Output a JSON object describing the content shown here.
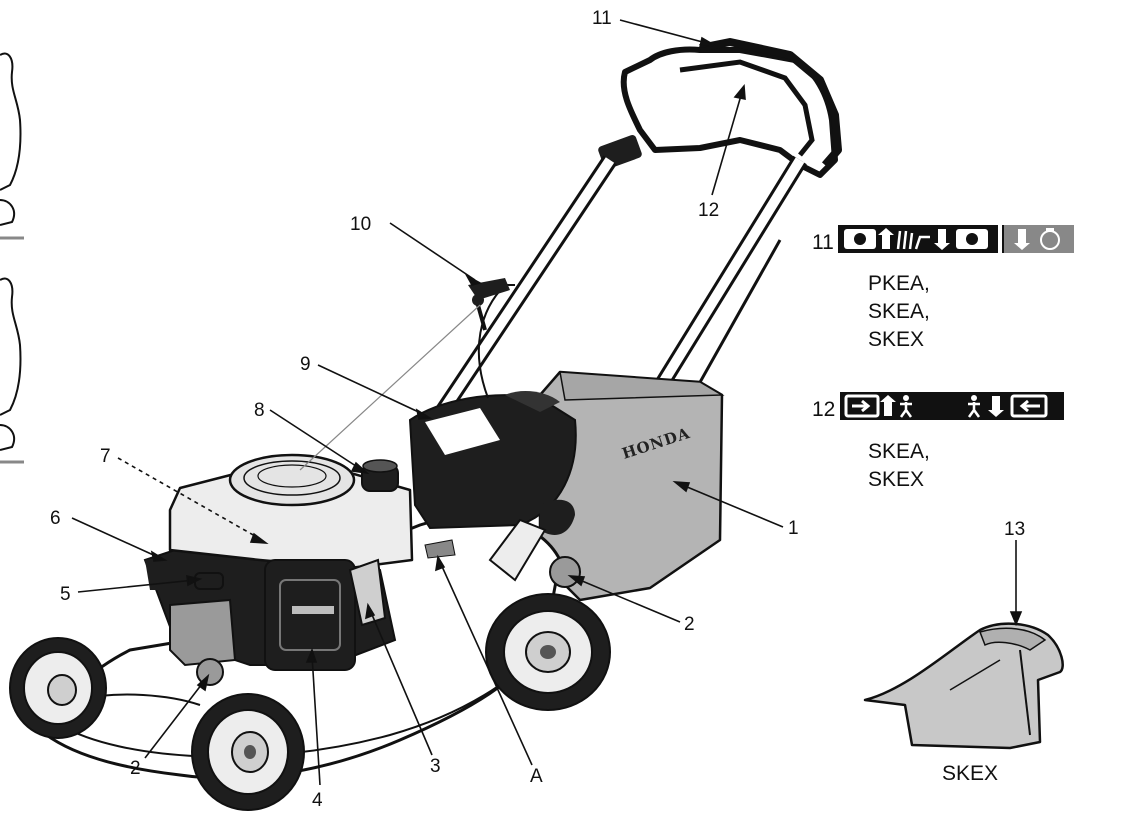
{
  "callouts": {
    "c1": "1",
    "c2a": "2",
    "c2b": "2",
    "c3": "3",
    "c4": "4",
    "c5": "5",
    "c6": "6",
    "c7": "7",
    "c8": "8",
    "c9": "9",
    "c10": "10",
    "c11": "11",
    "c12": "12",
    "c13": "13",
    "cA": "A"
  },
  "brand_text": "HONDA",
  "legend": {
    "item11": {
      "number": "11",
      "models": "PKEA,\nSKEA,\nSKEX"
    },
    "item12": {
      "number": "12",
      "models": "SKEA,\nSKEX"
    },
    "item13": {
      "number": "13",
      "models": "SKEX"
    }
  },
  "icons": {
    "item11": [
      "blade-brake-engaged-icon",
      "arrow-up-icon",
      "grass-cutting-icon",
      "arrow-down-icon",
      "blade-brake-icon",
      "arrow-down-icon",
      "engine-stop-icon"
    ],
    "item12": [
      "drive-engage-icon",
      "arrow-up-icon",
      "walking-figure-icon",
      "walking-figure-icon",
      "arrow-down-icon",
      "drive-disengage-icon"
    ]
  },
  "colors": {
    "ink": "#111111",
    "body_gray": "#c8c8c8",
    "bag_gray": "#b4b4b4",
    "dark": "#1e1e1e",
    "paper": "#ffffff"
  }
}
